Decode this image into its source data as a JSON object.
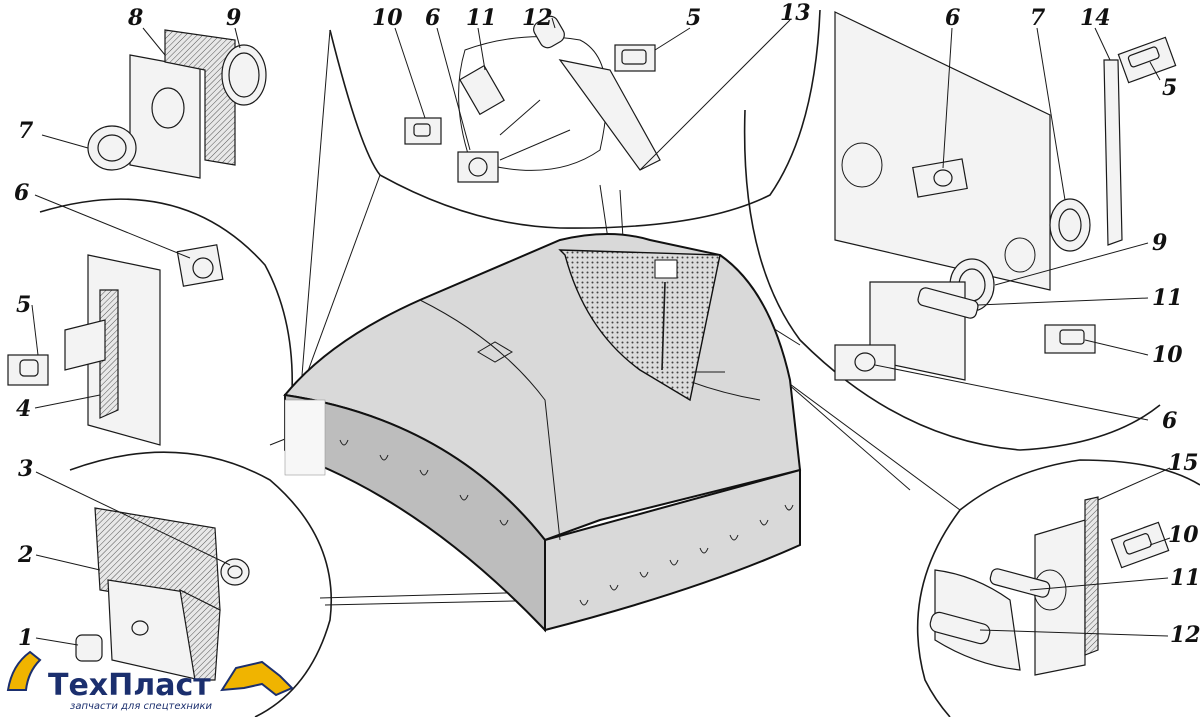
{
  "callouts": {
    "c8": "8",
    "c9a": "9",
    "c7a": "7",
    "c10a": "10",
    "c6a": "6",
    "c11a": "11",
    "c12a": "12",
    "c5a": "5",
    "c13": "13",
    "c6b": "6",
    "c7b": "7",
    "c14": "14",
    "c5b": "5",
    "c9b": "9",
    "c11b": "11",
    "c10b": "10",
    "c6c": "6",
    "c6d": "6",
    "c5c": "5",
    "c4": "4",
    "c3": "3",
    "c2": "2",
    "c1": "1",
    "c15": "15",
    "c10c": "10",
    "c11c": "11",
    "c12b": "12"
  },
  "logo": {
    "brand": "ТехПласт",
    "tagline": "запчасти для спецтехники",
    "colors": {
      "primary": "#1b2f6e",
      "accent": "#f0b400"
    }
  }
}
